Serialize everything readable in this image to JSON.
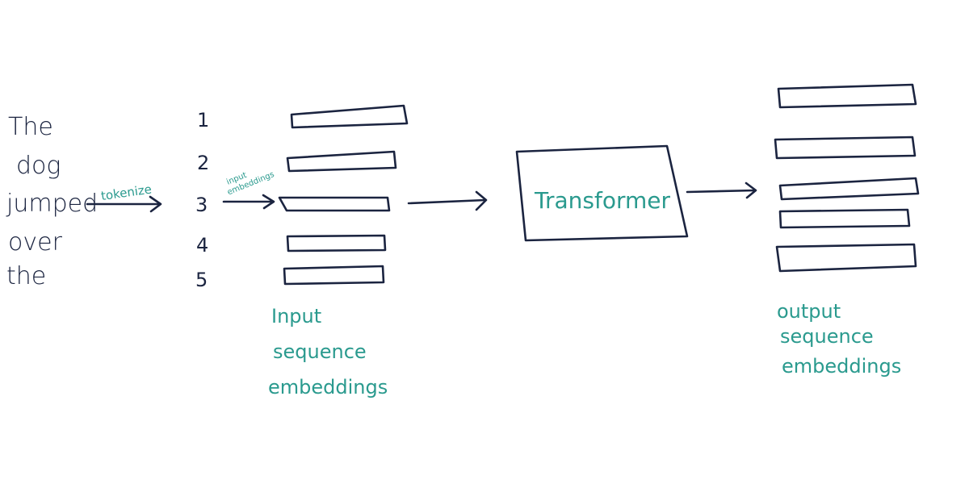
{
  "words": [
    "The",
    "dog",
    "jumped",
    "over",
    "the"
  ],
  "token_ids": [
    "1",
    "2",
    "3",
    "4",
    "5"
  ],
  "labels": {
    "tokenize": "tokenize",
    "input_embeddings_1": "input",
    "input_embeddings_2": "embeddings",
    "transformer": "Transformer",
    "input_seq": [
      "Input",
      "sequence",
      "embeddings"
    ],
    "output_seq": [
      "output",
      "sequence",
      "embeddings"
    ]
  },
  "colors": {
    "ink": "#1b2440",
    "teal": "#2a9a8e"
  }
}
